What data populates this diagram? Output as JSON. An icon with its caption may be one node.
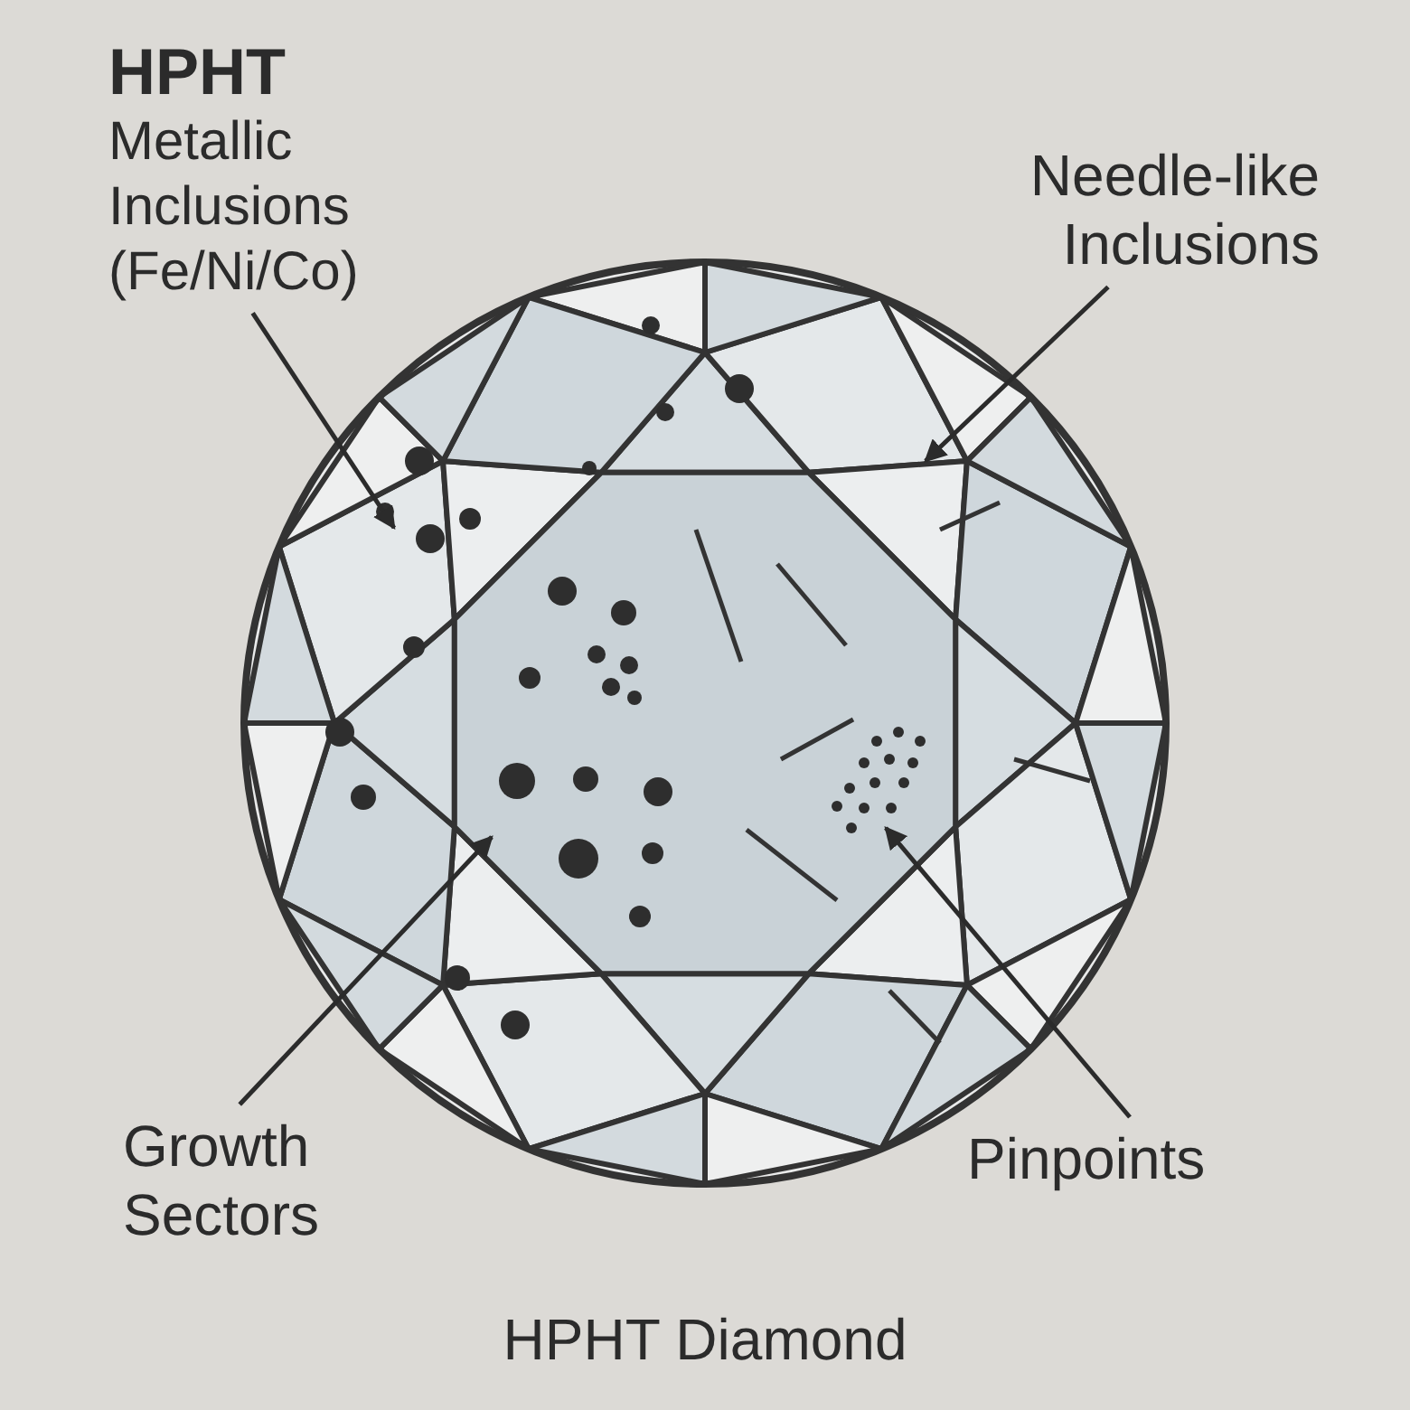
{
  "diagram": {
    "title": "HPHT Diamond",
    "nodes": [
      {
        "text": [
          "HPHT",
          "Metallic Inclusions (Fe/Ni/Co)"
        ]
      },
      {
        "text": [
          "Needle-like Inclusions"
        ]
      },
      {
        "text": [
          "Growth Sectors"
        ]
      },
      {
        "text": [
          "Pinpoints"
        ]
      }
    ],
    "edges": [
      {
        "from": 0,
        "to": null,
        "arrow": "to"
      },
      {
        "from": 1,
        "to": null,
        "arrow": "to"
      },
      {
        "from": 2,
        "to": null,
        "arrow": "to"
      },
      {
        "from": 3,
        "to": null,
        "arrow": "to"
      }
    ]
  }
}
